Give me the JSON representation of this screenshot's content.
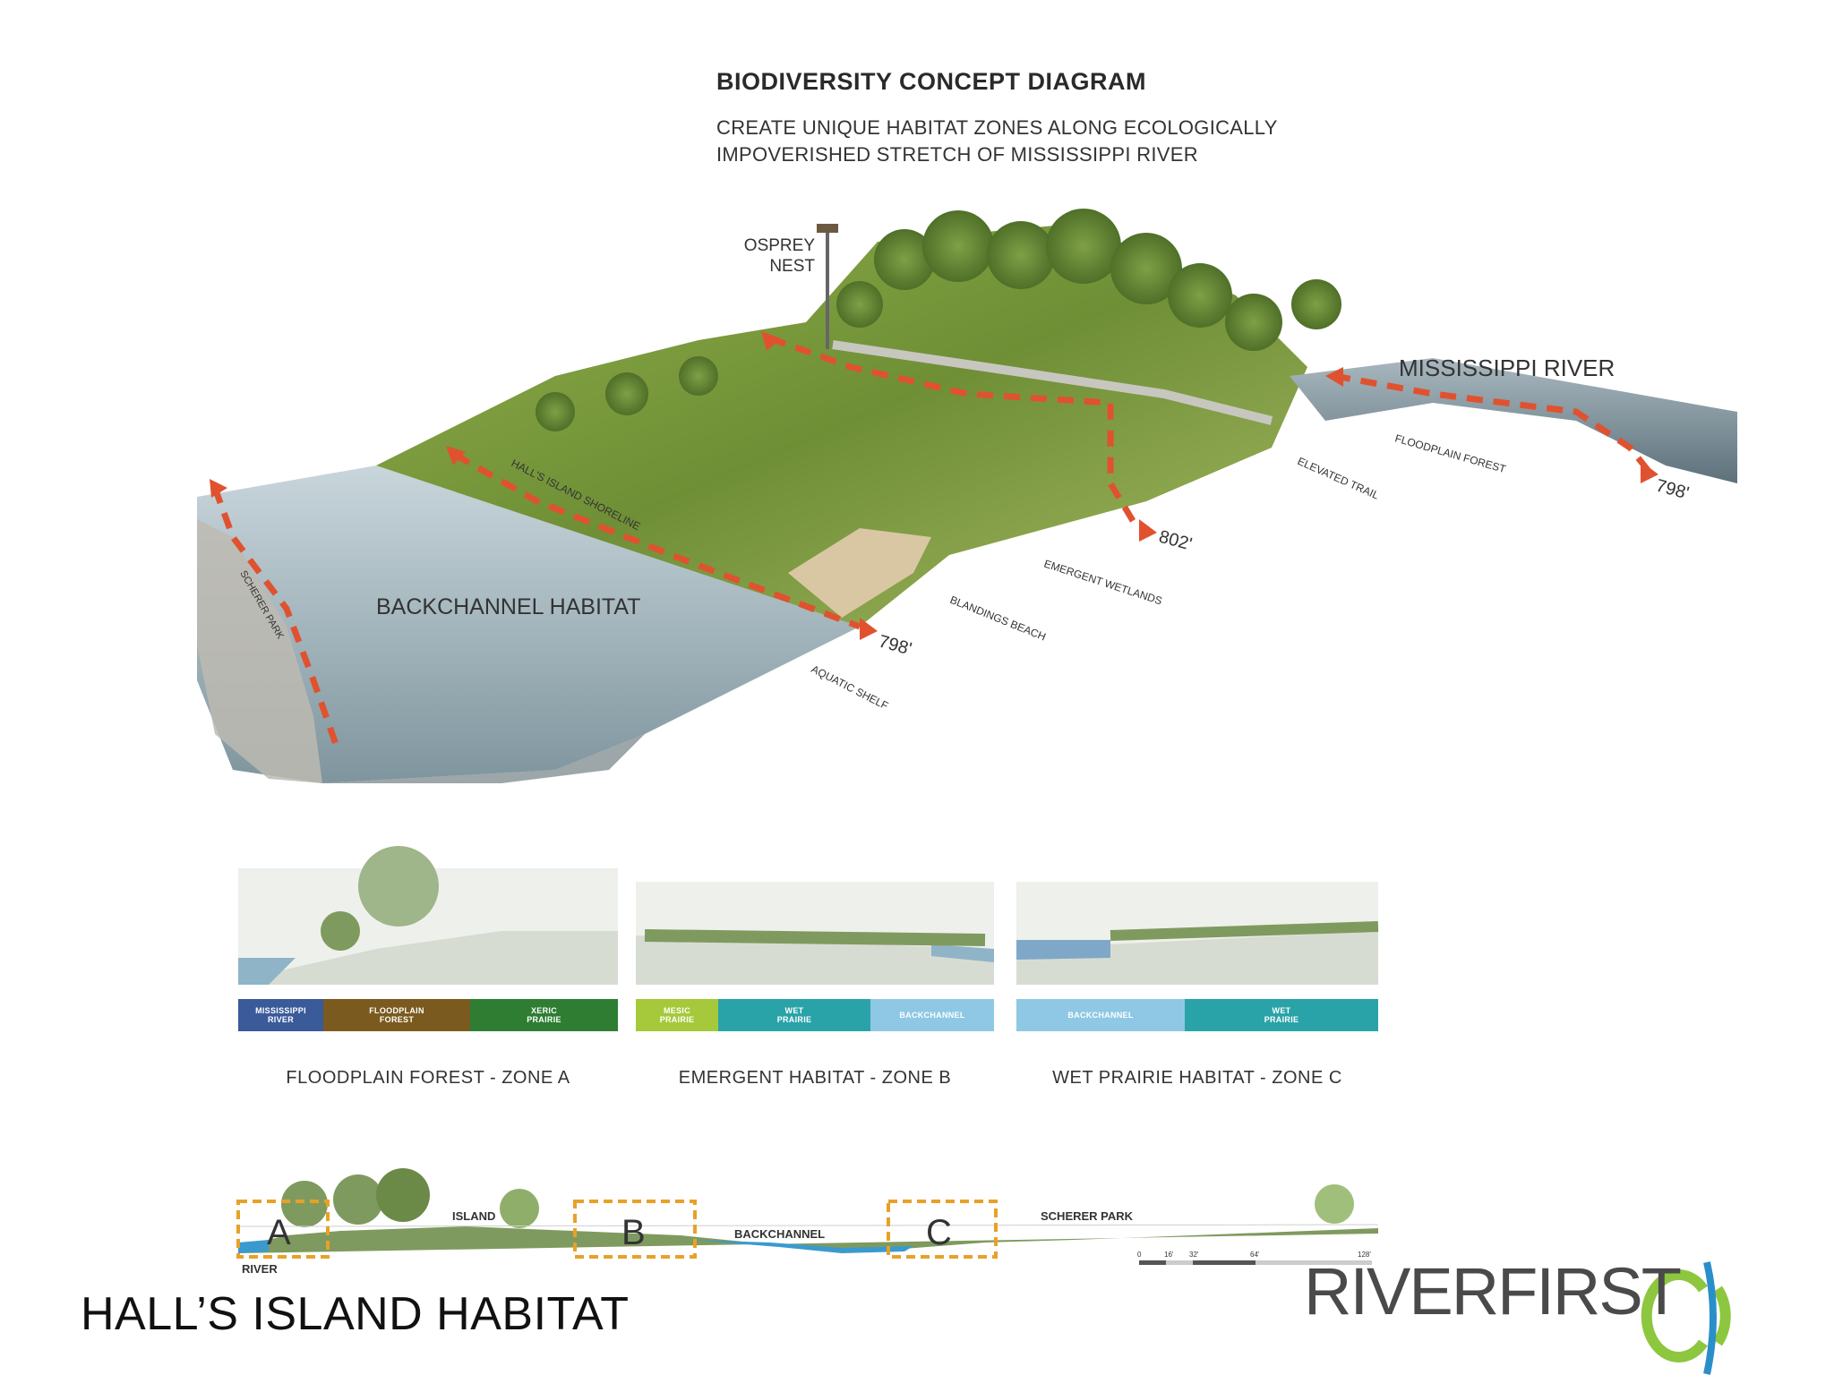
{
  "header": {
    "title": "BIODIVERSITY CONCEPT DIAGRAM",
    "subtitle_line1": "CREATE UNIQUE HABITAT ZONES ALONG ECOLOGICALLY",
    "subtitle_line2": "IMPOVERISHED STRETCH OF MISSISSIPPI RIVER"
  },
  "diagram": {
    "labels": {
      "osprey_line1": "OSPREY",
      "osprey_line2": "NEST",
      "mississippi_river": "MISSISSIPPI  RIVER",
      "backchannel_habitat": "BACKCHANNEL  HABITAT",
      "halls_island_shoreline": "HALL'S ISLAND SHORELINE",
      "scherer_park": "SCHERER PARK",
      "aquatic_shelf": "AQUATIC SHELF",
      "blandings_beach": "BLANDINGS BEACH",
      "emergent_wetlands": "EMERGENT WETLANDS",
      "elevated_trail": "ELEVATED TRAIL",
      "floodplain_forest": "FLOODPLAIN FOREST",
      "elev_798_a": "798'",
      "elev_802": "802'",
      "elev_798_b": "798'"
    }
  },
  "zones": [
    {
      "caption": "FLOODPLAIN FOREST - ZONE A",
      "segments": [
        {
          "line1": "MISSISSIPPI",
          "line2": "RIVER",
          "color": "#3a5a9a"
        },
        {
          "line1": "FLOODPLAIN",
          "line2": "FOREST",
          "color": "#7a5a1e"
        },
        {
          "line1": "XERIC",
          "line2": "PRAIRIE",
          "color": "#2e7d32"
        }
      ]
    },
    {
      "caption": "EMERGENT HABITAT - ZONE B",
      "segments": [
        {
          "line1": "MESIC",
          "line2": "PRAIRIE",
          "color": "#a5c93a"
        },
        {
          "line1": "WET",
          "line2": "PRAIRIE",
          "color": "#2aa3a8"
        },
        {
          "line1": "BACKCHANNEL",
          "line2": "",
          "color": "#8fc8e4"
        }
      ]
    },
    {
      "caption": "WET PRAIRIE HABITAT - ZONE C",
      "segments": [
        {
          "line1": "BACKCHANNEL",
          "line2": "",
          "color": "#8fc8e4"
        },
        {
          "line1": "WET",
          "line2": "PRAIRIE",
          "color": "#2aa3a8"
        }
      ]
    }
  ],
  "section": {
    "letter_a": "A",
    "letter_b": "B",
    "letter_c": "C",
    "island": "ISLAND",
    "backchannel": "BACKCHANNEL",
    "scherer_park": "SCHERER PARK",
    "river": "RIVER",
    "scale": [
      "0",
      "16'",
      "32'",
      "64'",
      "128'"
    ]
  },
  "footer": {
    "page_title": "HALL’S ISLAND HABITAT",
    "logo_text": "RIVERFIRST"
  },
  "colors": {
    "flow_arrow": "#e0522f",
    "zone_box": "#e8a128",
    "logo_green": "#8dc63f",
    "logo_blue": "#2a8fc9"
  }
}
